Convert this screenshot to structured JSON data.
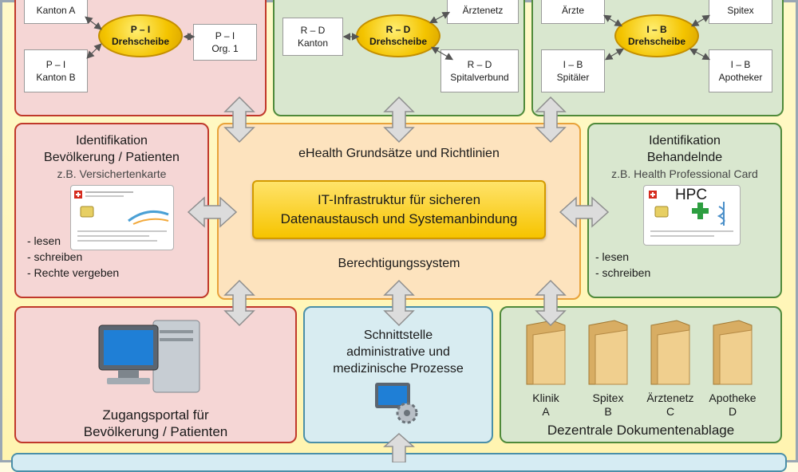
{
  "top": {
    "left": {
      "hub": [
        "P – I",
        "Drehscheibe"
      ],
      "boxes": [
        [
          "Kanton A"
        ],
        [
          "P – I",
          "Org. 1"
        ],
        [
          "P – I",
          "Kanton B"
        ]
      ]
    },
    "middle": {
      "hub": [
        "R – D",
        "Drehscheibe"
      ],
      "boxes": [
        [
          "Ärztenetz"
        ],
        [
          "R – D",
          "Kanton"
        ],
        [
          "R – D",
          "Spitalverbund"
        ]
      ]
    },
    "right": {
      "hub": [
        "I – B",
        "Drehscheibe"
      ],
      "boxes": [
        [
          "Ärzte"
        ],
        [
          "Spitex"
        ],
        [
          "I – B",
          "Spitäler"
        ],
        [
          "I – B",
          "Apotheker"
        ]
      ]
    }
  },
  "id_patients": {
    "title": [
      "Identifikation",
      "Bevölkerung / Patienten"
    ],
    "subtitle": "z.B. Versichertenkarte",
    "items": [
      "- lesen",
      "- schreiben",
      "- Rechte vergeben"
    ]
  },
  "id_providers": {
    "title": [
      "Identifikation",
      "Behandelnde"
    ],
    "subtitle": "z.B. Health Professional Card",
    "card_label": "HPC",
    "items": [
      "- lesen",
      "- schreiben"
    ]
  },
  "center": {
    "principles": "eHealth Grundsätze und Richtlinien",
    "core": [
      "IT-Infrastruktur für sicheren",
      "Datenaustausch und Systemanbindung"
    ],
    "auth": "Berechtigungssystem"
  },
  "portal": {
    "title": [
      "Zugangsportal für",
      "Bevölkerung / Patienten"
    ]
  },
  "interface": {
    "title": [
      "Schnittstelle",
      "administrative und",
      "medizinische Prozesse"
    ]
  },
  "storage": {
    "title": "Dezentrale Dokumentenablage",
    "folders": [
      [
        "Klinik",
        "A"
      ],
      [
        "Spitex",
        "B"
      ],
      [
        "Ärztenetz",
        "C"
      ],
      [
        "Apotheke",
        "D"
      ]
    ]
  },
  "colors": {
    "hub": "#f4c400",
    "red_border": "#c0392b",
    "green_border": "#4f8a3a",
    "core": "#f6c400"
  }
}
